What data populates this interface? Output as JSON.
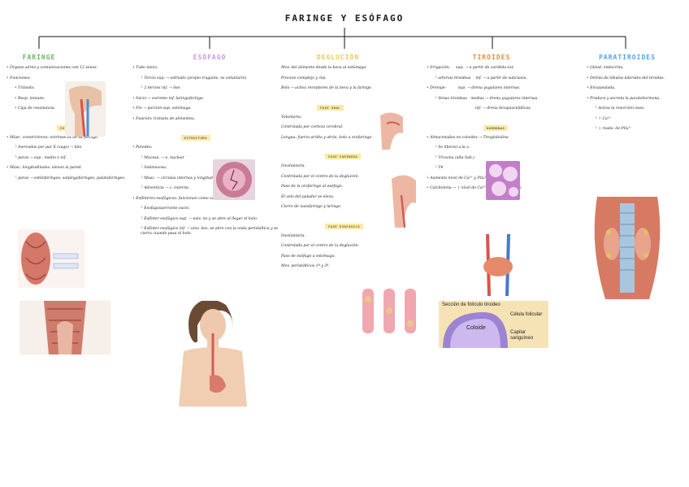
{
  "title": "FARINGE Y ESÓFAGO",
  "colors": {
    "faringe": "#63b763",
    "esofago": "#c794e0",
    "deglucion": "#e7c94a",
    "tiroides": "#e88a2d",
    "paratiroides": "#56a3e0"
  },
  "columns": [
    {
      "title": "FARINGE",
      "notes": [
        "Órgano aéreo y comunicaciones con 12 senos.",
        "Funciones:",
        "Tránsito.",
        "Resp. inmune.",
        "Caja de resonancia.",
        "ESTRUCTURA",
        "Músc. constrictores: extrínsecos de su faringe.",
        "Inervados por par X (vago) → bilo",
        "paras → sup., medio e inf.",
        "Músc. longitudinales: elevan la pared.",
        "paras → estilofaríngeo, salpingofaríngeo, palatofaríngeo."
      ]
    },
    {
      "title": "ESÓFAGO",
      "notes": [
        "Tubo único.",
        "Tercio sup. → estriado (propio tragante, es voluntario)",
        "2 tercios inf. → liso.",
        "Inicio → extremo inf. laringofaringe.",
        "Fin → porción sup. estómago.",
        "Función: tránsito de alimentos.",
        "ESTRUCTURA",
        "Paredes:",
        "Mucosa. → e. nuclear",
        "Submucosa.",
        "Musc. → circulas internas y longitudinal ext.",
        "Adventicia → c. externa.",
        "Esfínteres esofágicos: funcionan como válvulas.",
        "Esofagosuerrante sucio.",
        "Esfínter esofágico sup. → univ. no y se abre al llegar el bolo.",
        "Esfínter esofágico inf. → univ. liso, se abre con la onda peristáltica y se cierra cuando pasa el bolo."
      ]
    },
    {
      "title": "DEGLUCIÓN",
      "notes": [
        "Mov. del alimento desde la boca al estómago.",
        "Proceso complejo y rep.",
        "Bolo → activa receptores de la boca y la faringe.",
        "FASE ORAL",
        "Voluntaria.",
        "Controlada por corteza cerebral.",
        "Lengua: fuerza arriba y atrás, bolo a orofaringe.",
        "FASE FARÍNGEA",
        "Involuntaria.",
        "Controlada por el centro de la deglución.",
        "Paso de la orofaringe al esófago.",
        "El velo del paladar se eleva.",
        "Cierre de nasofaringe y laringe.",
        "FASE ESOFÁGICA",
        "Involuntaria.",
        "Controlada por el centro de la deglución.",
        "Paso de esófago a estómago.",
        "Mov. peristálticos 1º y 2º."
      ]
    },
    {
      "title": "TIROIDES",
      "notes": [
        "Irrigación:",
        "arterias tiroideas",
        "sup. → a partir de carótida ext.",
        "inf. → a partir de subclavia.",
        "Drenaje:",
        "Venas tiroideas",
        "sup. → drena yugulares internas.",
        "medias → drena yugulares internas.",
        "inf. → drena braquiocefálicas.",
        "HORMONAS",
        "Almacenadas en coloides → Tiroglobulina",
        "Se liberan a la s.",
        "Tiroxina (alta hab.)",
        "T4",
        "Aumenta nivel de Ca²⁺ y PO₄³⁻",
        "Calcitonina → ↓ nivel de Ca²⁺ y PO₄³⁻ en sangre."
      ]
    },
    {
      "title": "PARATIROIDES",
      "notes": [
        "Glánd. endocrina.",
        "Detrás de lóbulos laterales del tiroides.",
        "Encapsulada.",
        "Produce y secreta la paratohormona.",
        "Activa la resorción ósea.",
        "↑ Ca²⁺",
        "↓ reabs. de PO₄³⁻"
      ]
    }
  ],
  "figure_labels": {
    "coloide": "Coloide",
    "celula": "Célula folicular",
    "capilar": "Capilar sanguíneo",
    "seccion": "Sección de folículo tiroideo"
  }
}
